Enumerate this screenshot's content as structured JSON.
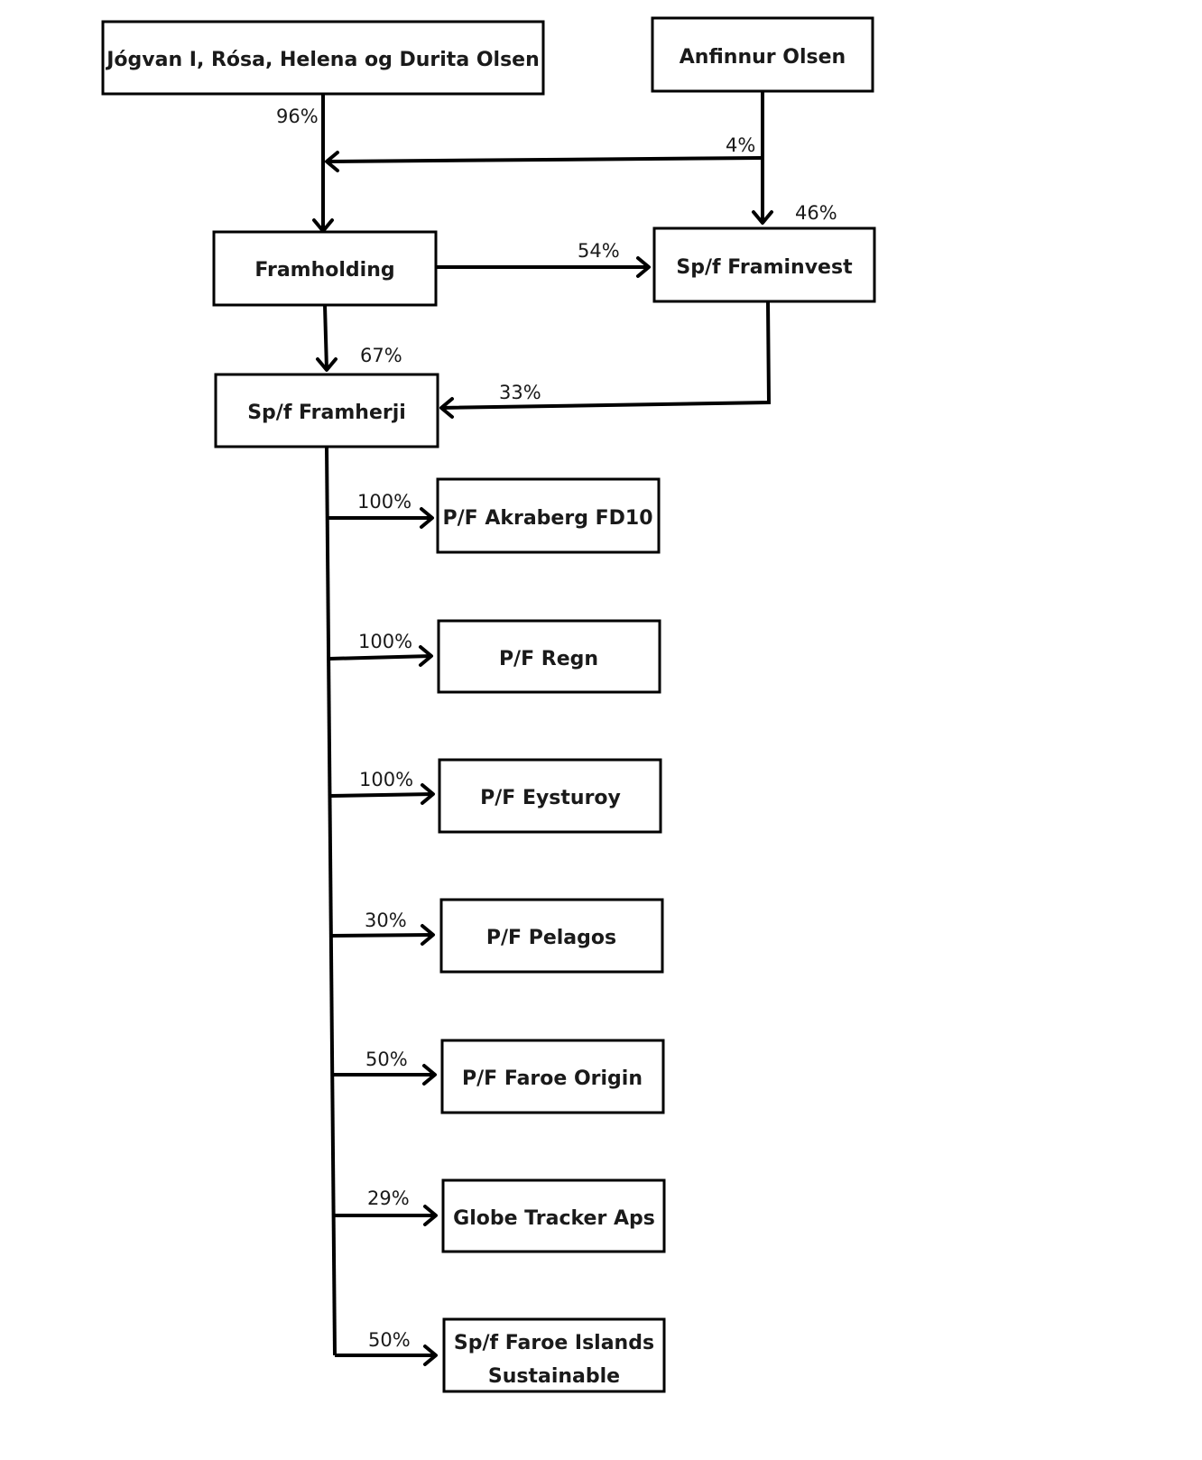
{
  "nodes": {
    "owners_family": "Jógvan I, Rósa, Helena og Durita Olsen",
    "anfinnur": "Anfinnur Olsen",
    "framholding": "Framholding",
    "framinvest": "Sp/f Framinvest",
    "framherji": "Sp/f Framherji",
    "akraberg": "P/F Akraberg FD10",
    "regn": "P/F Regn",
    "eysturoy": "P/F Eysturoy",
    "pelagos": "P/F Pelagos",
    "faroe_origin": "P/F Faroe Origin",
    "globe_tracker": "Globe Tracker Aps",
    "faroe_islands_sustainable_line1": "Sp/f Faroe Islands",
    "faroe_islands_sustainable_line2": "Sustainable"
  },
  "edges": {
    "family_to_framholding": "96%",
    "anfinnur_to_framholding": "4%",
    "anfinnur_to_framinvest": "46%",
    "framholding_to_framinvest": "54%",
    "framholding_to_framherji": "67%",
    "framinvest_to_framherji": "33%",
    "framherji_to_akraberg": "100%",
    "framherji_to_regn": "100%",
    "framherji_to_eysturoy": "100%",
    "framherji_to_pelagos": "30%",
    "framherji_to_faroe_origin": "50%",
    "framherji_to_globe_tracker": "29%",
    "framherji_to_faroe_islands_sustainable": "50%"
  }
}
